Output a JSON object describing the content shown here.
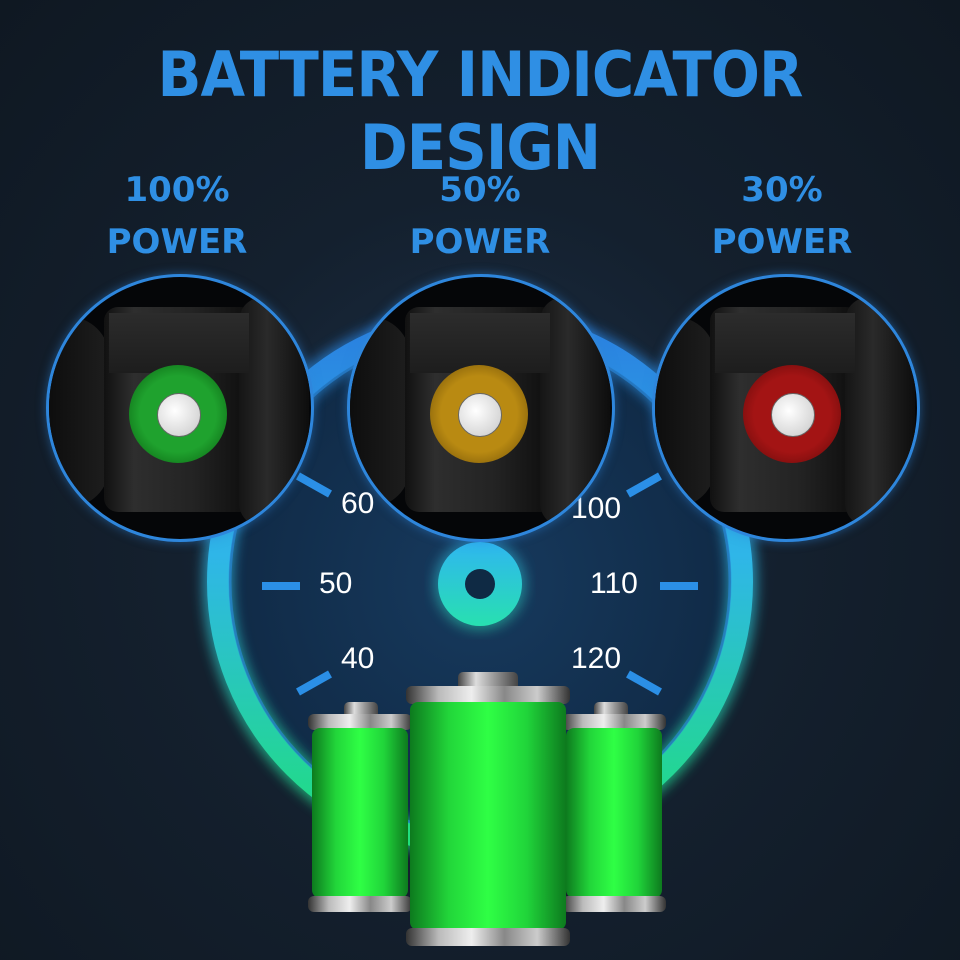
{
  "title": "BATTERY INDICATOR DESIGN",
  "indicators": [
    {
      "percent": "100%",
      "label": "POWER",
      "color": "#1fa22e",
      "color_name": "green"
    },
    {
      "percent": "50%",
      "label": "POWER",
      "color": "#b98a12",
      "color_name": "amber"
    },
    {
      "percent": "30%",
      "label": "POWER",
      "color": "#a31414",
      "color_name": "red"
    }
  ],
  "gauge": {
    "ticks_left": [
      "60",
      "50",
      "40"
    ],
    "ticks_right": [
      "100",
      "110",
      "120"
    ],
    "accent": "#2b8fe6",
    "ring_color": "#28e0a0"
  },
  "batteries": {
    "count": 3,
    "fill_color": "#2fff45"
  }
}
